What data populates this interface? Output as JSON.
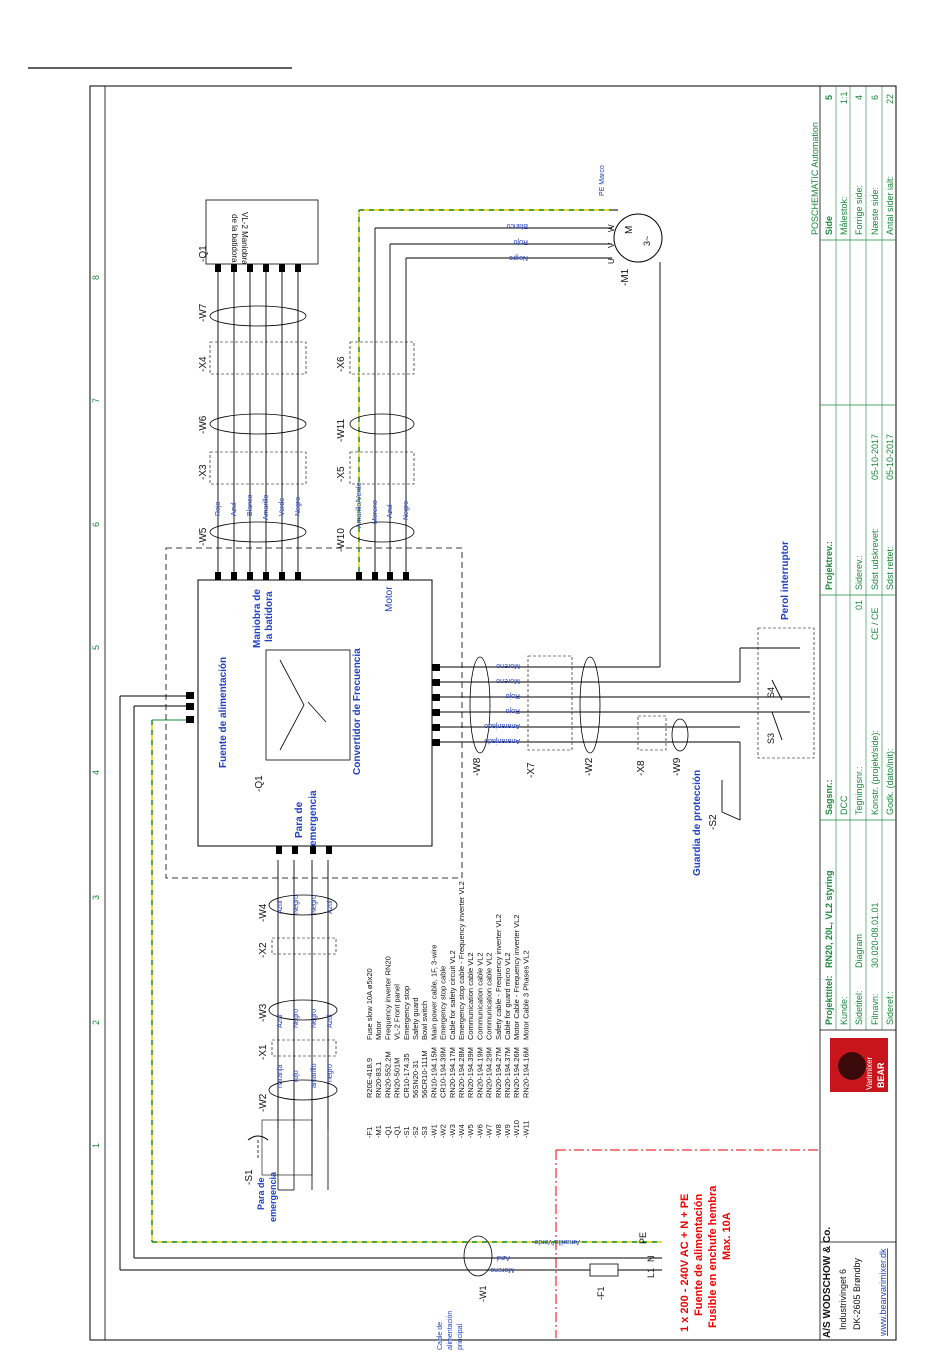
{
  "title_block": {
    "company": "A/S WODSCHOW & Co.",
    "address1": "Industrivinget 6",
    "address2": "DK-2605 Brøndby",
    "website": "www.bearvarimixer.dk",
    "brand": "POSCHEMATIC Automation",
    "logo_text_1": "Varimixer",
    "logo_text_2": "BEAR",
    "projekttitel_label": "Projekttitel:",
    "projekttitel_value": "RN20, 20L, VL2 styring",
    "kunde_label": "Kunde:",
    "sidetitel_label": "Sidetitel:",
    "sidetitel_value": "Diagram",
    "filnavn_label": "Filnavn:",
    "filnavn_value": "30.020-08.01.01",
    "sideref_label": "Sideref.:",
    "sagsnr_label": "Sagsnr.:",
    "sagsnr_value": "DCC",
    "tegningsnr_label": "Tegningsnr.:",
    "tegningsnr_value": "01",
    "konstr_label": "Konstr. (projekt/side):",
    "konstr_value": "CE / CE",
    "godk_label": "Godk. (dato/init):",
    "projektrev_label": "Projektrev.:",
    "siderev_label": "Siderev.:",
    "udskrevet_label": "Sdst udskrevet:",
    "udskrevet_value": "05-10-2017",
    "rettet_label": "Sdst rettet:",
    "rettet_value": "05-10-2017",
    "side_label": "Side",
    "side_value": "5",
    "malestok_label": "Målestok:",
    "malestok_value": "1:1",
    "forrige_label": "Forrige side:",
    "forrige_value": "4",
    "naeste_label": "Næste side:",
    "naeste_value": "6",
    "antal_label": "Antal sider ialt:",
    "antal_value": "22"
  },
  "grid_numbers": [
    "1",
    "2",
    "3",
    "4",
    "5",
    "6",
    "7",
    "8"
  ],
  "supply": {
    "line1": "1 x 200 - 240V AC + N + PE",
    "line2": "Fuente de alimentación",
    "line3": "Fusible en enchufe hembra",
    "line4": "Max. 10A",
    "cable_label_1": "Cable de",
    "cable_label_2": "alimentación",
    "cable_label_3": "principal",
    "w1": "-W1",
    "f1": "-F1",
    "pe": "PE",
    "n": "N",
    "l1": "L1",
    "wire_amarillo": "Amarillo/Verde",
    "wire_azul": "Azul",
    "wire_moreno": "Moreno"
  },
  "labels": {
    "para_emergencia_1": "Para de",
    "para_emergencia_2": "emergencia",
    "s1": "-S1",
    "w2": "-W2",
    "x1": "-X1",
    "w3": "-W3",
    "x2": "-X2",
    "w4": "-W4",
    "q1_main": "-Q1",
    "fuente": "Fuente de alimentación",
    "convertidor": "Convertidor de Frecuencia",
    "para_emerg_vfd_1": "Para de",
    "para_emerg_vfd_2": "emergencia",
    "maniobra_1": "Maniobra de",
    "maniobra_2": "la batidora",
    "motor": "Motor",
    "w5": "-W5",
    "x3": "-X3",
    "w6": "-W6",
    "x4": "-X4",
    "w7": "-W7",
    "w10": "-W10",
    "x5": "-X5",
    "w11": "-W11",
    "x6": "-X6",
    "q1_top": "-Q1",
    "vl2_1": "VL-2 Maniobra",
    "vl2_2": "de la batidora",
    "m1": "-M1",
    "m_symbol": "M",
    "m_phase": "3~",
    "pe_marco": "PE Marco",
    "w8": "-W8",
    "x7": "-X7",
    "w9": "-W9",
    "x8": "-X8",
    "w2b": "-W2",
    "s2": "-S2",
    "s3": "S3",
    "s4": "S4",
    "guardia": "Guardia de protección",
    "perol": "Perol interruptor",
    "u": "U",
    "v": "V",
    "w": "W"
  },
  "wire_colors": {
    "emerg": [
      "naranja",
      "rojo",
      "amarillo",
      "negro"
    ],
    "w3": [
      "Azul",
      "Negro",
      "Negro",
      "Azul"
    ],
    "w4": [
      "Azul",
      "Negro",
      "Negro",
      "Azul"
    ],
    "ctrl": [
      "Rojo",
      "Azul",
      "Blanco",
      "Amarillo",
      "Verde",
      "Negro"
    ],
    "motor_ctrl": [
      "Amarillo/Verde",
      "Moreno",
      "Azul",
      "Negro"
    ],
    "motor_out": [
      "Moreno",
      "Moreno",
      "Rojo",
      "Rojo",
      "Anaranjado",
      "Anaranjado"
    ],
    "motor_top": [
      "Blanco",
      "Rojo",
      "Negro"
    ]
  },
  "parts": [
    {
      "ref": "-F1",
      "code": "R20E-418.9",
      "desc": "Fuse slow 10A ø5x20"
    },
    {
      "ref": "-M1",
      "code": "RN20-83.1",
      "desc": "Motor"
    },
    {
      "ref": "-Q1",
      "code": "RN20-552.2M",
      "desc": "Frequency inverter RN20"
    },
    {
      "ref": "-Q1",
      "code": "RN20-501M",
      "desc": "VL-2 Front panel"
    },
    {
      "ref": "-S1",
      "code": "CR10-174.35",
      "desc": "Emergency stop"
    },
    {
      "ref": "-S2",
      "code": "56SN20-31",
      "desc": "Safety guard"
    },
    {
      "ref": "-S3",
      "code": "56CR10-111M",
      "desc": "Bowl switch"
    },
    {
      "ref": "-W1",
      "code": "RN10-194.15M",
      "desc": "Main power cable, 1F, 3-wire"
    },
    {
      "ref": "-W2",
      "code": "CR10-194.39M",
      "desc": "Emergency stop cable"
    },
    {
      "ref": "-W3",
      "code": "RN20-194.17M",
      "desc": "Cable for safety circuit  VL2"
    },
    {
      "ref": "-W4",
      "code": "RN20-194.28M",
      "desc": "Emergency stop cable - Frequency inverter VL2"
    },
    {
      "ref": "-W5",
      "code": "RN20-194.39M",
      "desc": "Communication cable VL2"
    },
    {
      "ref": "-W6",
      "code": "RN20-194.19M",
      "desc": "Communication cable VL2"
    },
    {
      "ref": "-W7",
      "code": "RN20-194.29M",
      "desc": "Communication cable VL2"
    },
    {
      "ref": "-W8",
      "code": "RN20-194.27M",
      "desc": "Safety cable - Frequency inverter VL2"
    },
    {
      "ref": "-W9",
      "code": "RN20-194.37M",
      "desc": "Cable for  guard micro VL2"
    },
    {
      "ref": "-W10",
      "code": "RN20-194.26M",
      "desc": "Motor Cable - Frequency inverter  VL2"
    },
    {
      "ref": "-W11",
      "code": "RN20-194.16M",
      "desc": "Motor Cable 3 Phases VL2"
    }
  ]
}
